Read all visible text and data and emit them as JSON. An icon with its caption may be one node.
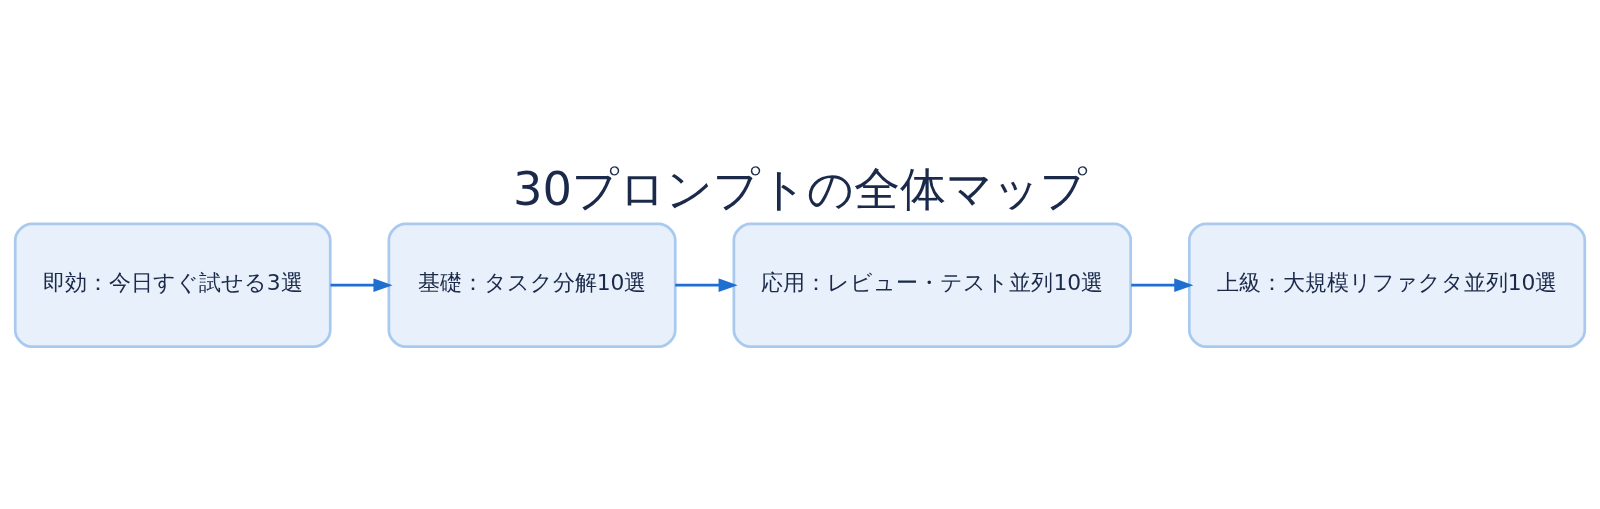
{
  "diagram": {
    "title": "30プロンプトの全体マップ",
    "nodes": [
      {
        "text": [
          "即効：今日すぐ試せる3選"
        ]
      },
      {
        "text": [
          "基礎：タスク分解10選"
        ]
      },
      {
        "text": [
          "応用：レビュー・テスト並列10選"
        ]
      },
      {
        "text": [
          "上級：大規模リファクタ並列10選"
        ]
      }
    ],
    "edges": [
      {
        "from": 0,
        "to": 1,
        "arrow": "to"
      },
      {
        "from": 1,
        "to": 2,
        "arrow": "to"
      },
      {
        "from": 2,
        "to": 3,
        "arrow": "to"
      }
    ]
  }
}
